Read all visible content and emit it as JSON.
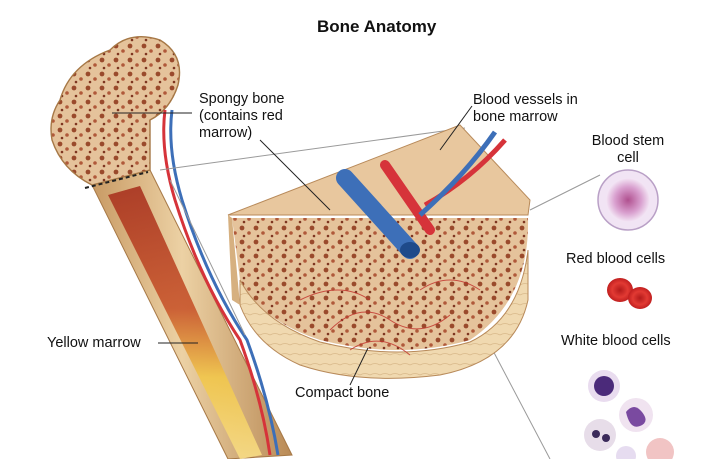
{
  "title": "Bone Anatomy",
  "labels": {
    "spongy_bone": [
      "Spongy bone",
      "(contains red",
      "marrow)"
    ],
    "blood_vessels": [
      "Blood vessels in",
      "bone marrow"
    ],
    "blood_stem_cell": [
      "Blood stem",
      "cell"
    ],
    "red_blood_cells": "Red blood cells",
    "white_blood_cells": "White blood cells",
    "yellow_marrow": "Yellow marrow",
    "compact_bone": "Compact bone"
  },
  "colors": {
    "bone": "#e8c99a",
    "spongy": "#d9a77a",
    "marrow_red": "#b83a2a",
    "artery": "#d6333a",
    "vein": "#3d6fb8",
    "yellow_marrow": "#f1c64a",
    "stem_cell": "#c9a6d8",
    "rbc": "#d92b2b",
    "wbc": "#5b3a8a"
  }
}
